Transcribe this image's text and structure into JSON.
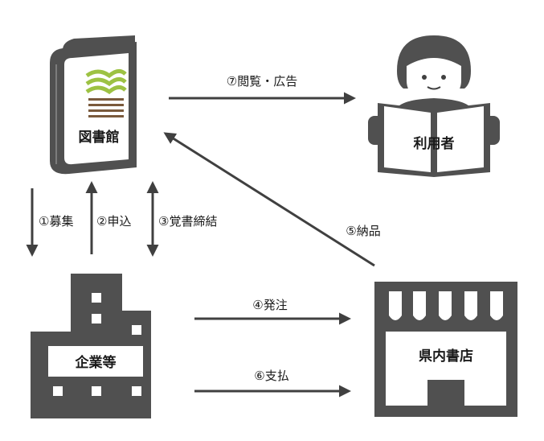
{
  "nodes": {
    "library": "図書館",
    "user": "利用者",
    "company": "企業等",
    "bookstore": "県内書店"
  },
  "flows": {
    "recruit": "①募集",
    "apply": "②申込",
    "memorandum": "③覚書締結",
    "order": "④発注",
    "delivery": "⑤納品",
    "payment": "⑥支払",
    "reading_ads": "⑦閲覧・広告"
  },
  "colors": {
    "icon": "#505050",
    "arrow": "#404040",
    "leaf": "#9dc243",
    "soil": "#7a5a3c"
  }
}
